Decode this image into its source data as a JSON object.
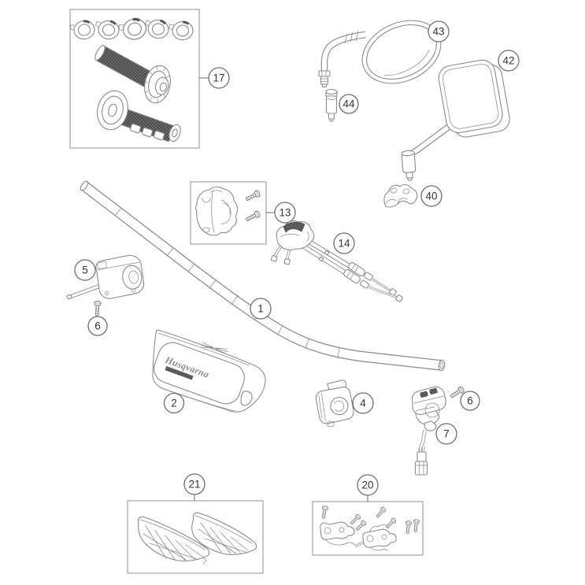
{
  "branding": {
    "pad_logo": "Husqvarna"
  },
  "labels": {
    "handlebar": "1",
    "handlebar_pad": "2",
    "switch_housing": "4",
    "kill_switch": "5",
    "screw_left": "6",
    "screw_right": "6",
    "map_switch": "7",
    "throttle_housing": "13",
    "throttle_cables": "14",
    "grip_set": "17",
    "mounting_kit": "20",
    "handguards": "21",
    "mirror_clamp": "40",
    "mirror_rectangular": "42",
    "mirror_oval": "43",
    "mirror_adapter": "44"
  },
  "colors": {
    "background": "#ffffff",
    "part_outline": "#8b8b8b",
    "grip_texture": "#474747",
    "callout_stroke": "#6f6f6f",
    "callout_text": "#333333"
  }
}
